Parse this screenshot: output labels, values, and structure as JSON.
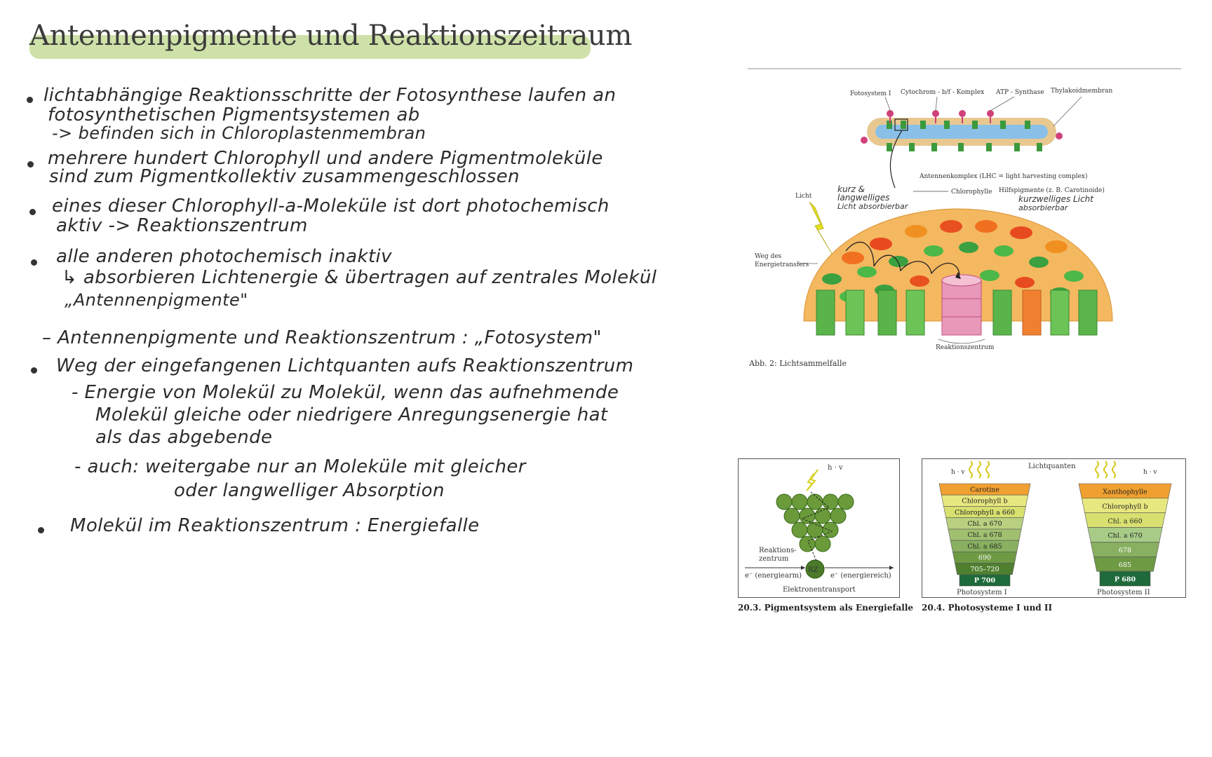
{
  "title": "Antennenpigmente und Reaktionszeitraum",
  "notes": [
    "lichtabhängige Reaktionsschritte der Fotosynthese laufen an",
    "fotosynthetischen Pigmentsystemen ab",
    "-> befinden sich in Chloroplastenmembran",
    "mehrere hundert Chlorophyll und andere Pigmentmoleküle",
    "sind zum Pigmentkollektiv zusammengeschlossen",
    "eines dieser Chlorophyll-a-Moleküle ist dort photochemisch",
    "aktiv -> Reaktionszentrum",
    "alle anderen photochemisch inaktiv",
    "↳ absorbieren Lichtenergie & übertragen auf zentrales Molekül",
    "„Antennenpigmente\"",
    "– Antennenpigmente und Reaktionszentrum : „Fotosystem\"",
    "Weg der eingefangenen Lichtquanten aufs Reaktionszentrum",
    "- Energie von Molekül zu Molekül, wenn das aufnehmende",
    "Molekül gleiche oder niedrigere Anregungsenergie hat",
    "als das abgebende",
    "- auch: weitergabe nur an Moleküle mit gleicher",
    "oder langwelliger Absorption",
    "Molekül im Reaktionszentrum : Energiefalle"
  ],
  "fig1": {
    "labels": {
      "fotosystem1": "Fotosystem I",
      "cytochrom": "Cytochrom - b/f - Komplex",
      "atp": "ATP - Synthase",
      "thylakoid": "Thylakoidmembran",
      "antennenkomplex": "Antennenkomplex (LHC = light harvesting complex)",
      "licht": "Licht",
      "chlorophylle": "Chlorophylle",
      "hilfspigmente": "Hilfspigmente (z. B. Carotinoide)",
      "weg": "Weg des",
      "energietransfers": "Energietransfers",
      "reaktionszentrum": "Reaktionszentrum",
      "hand_left_1": "kurz &",
      "hand_left_2": "langwelliges",
      "hand_left_3": "Licht absorbierbar",
      "hand_right_1": "kurzwelliges Licht",
      "hand_right_2": "absorbierbar"
    },
    "caption": "Abb. 2: Lichtsammelfalle"
  },
  "fig2": {
    "hv": "h · v",
    "rz": "RZ",
    "reaktions": "Reaktions-",
    "zentrum": "zentrum",
    "e_arm": "e⁻ (energiearm)",
    "e_reich": "e⁻ (energiereich)",
    "transport": "Elektronentransport",
    "caption": "20.3.  Pigmentsystem als Energiefalle"
  },
  "fig3": {
    "lichtquanten": "Lichtquanten",
    "hv": "h · v",
    "ps1": [
      "Carotine",
      "Chlorophyll b",
      "Chlorophyll a 660",
      "Chl. a 670",
      "Chl. a 678",
      "Chl. a 685",
      "690",
      "705–720",
      "P 700"
    ],
    "ps2": [
      "Xanthophylle",
      "Chlorophyll b",
      "Chl. a 660",
      "Chl. a 670",
      "678",
      "685",
      "P 680"
    ],
    "ps1_label": "Photosystem I",
    "ps2_label": "Photosystem II",
    "caption": "20.4.  Photosysteme I und II"
  },
  "colors": {
    "highlight": "#c9de9e",
    "green_dark": "#2e6b2e",
    "orange": "#f0a030",
    "pink": "#e0608a"
  }
}
